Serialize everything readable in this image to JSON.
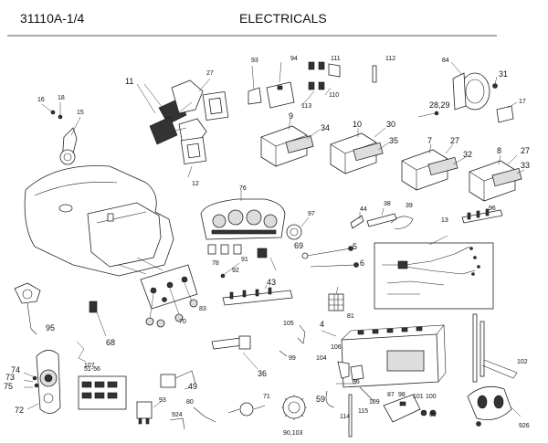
{
  "header": {
    "part_number": "31110A-1/4",
    "title": "ELECTRICALS"
  },
  "callouts": [
    "11",
    "27",
    "93",
    "94",
    "111",
    "112",
    "84",
    "31",
    "16",
    "18",
    "15",
    "113",
    "110",
    "28,29",
    "17",
    "9",
    "34",
    "10",
    "30",
    "35",
    "7",
    "27",
    "32",
    "8",
    "27",
    "33",
    "12",
    "76",
    "44",
    "38",
    "39",
    "13",
    "96",
    "97",
    "69",
    "5",
    "6",
    "43",
    "81",
    "78",
    "91",
    "92",
    "95",
    "68",
    "105",
    "4",
    "70",
    "83",
    "107",
    "74",
    "73",
    "75",
    "72",
    "51-56",
    "49",
    "36",
    "99",
    "106",
    "104",
    "86",
    "102",
    "59",
    "109",
    "115",
    "114",
    "87",
    "98",
    "101",
    "100",
    "89",
    "90,103",
    "80",
    "71",
    "93",
    "926",
    "924"
  ]
}
